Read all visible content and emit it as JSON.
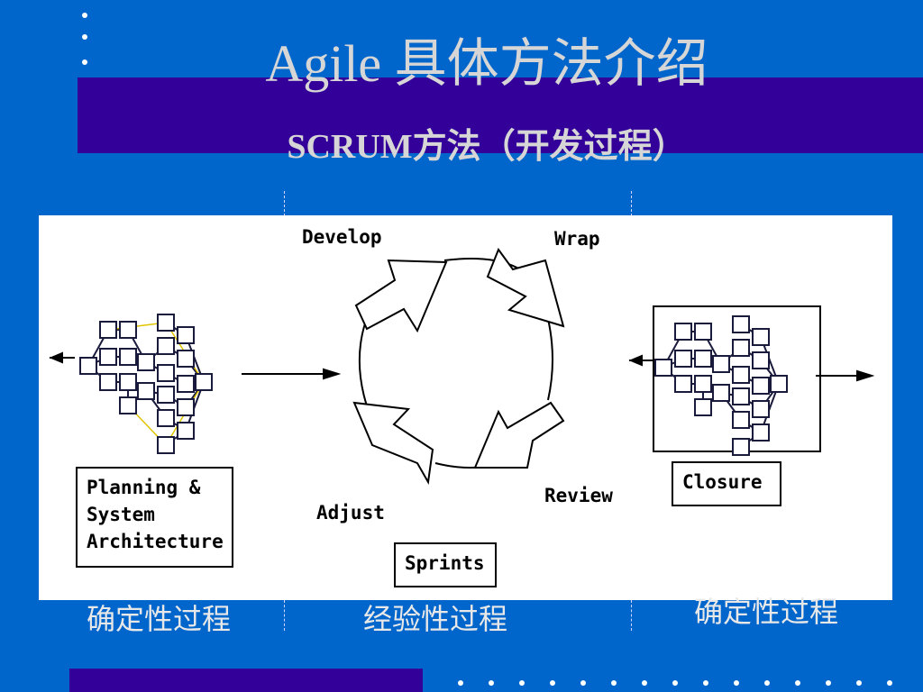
{
  "header": {
    "title": "Agile 具体方法介绍",
    "subtitle": "SCRUM方法（开发过程）"
  },
  "diagram": {
    "phase_labels": {
      "develop": "Develop",
      "wrap": "Wrap",
      "review": "Review",
      "adjust": "Adjust"
    },
    "boxes": {
      "planning": "Planning &\nSystem\nArchitecture",
      "sprints": "Sprints",
      "closure": "Closure"
    }
  },
  "footer": {
    "left": "确定性过程",
    "middle": "经验性过程",
    "right": "确定性过程"
  },
  "colors": {
    "background": "#0066cc",
    "band": "#330099",
    "title_text": "#d6d6d6",
    "panel": "#ffffff",
    "network_lines": "#1a1a3c",
    "planning_links": "#e0c400"
  }
}
